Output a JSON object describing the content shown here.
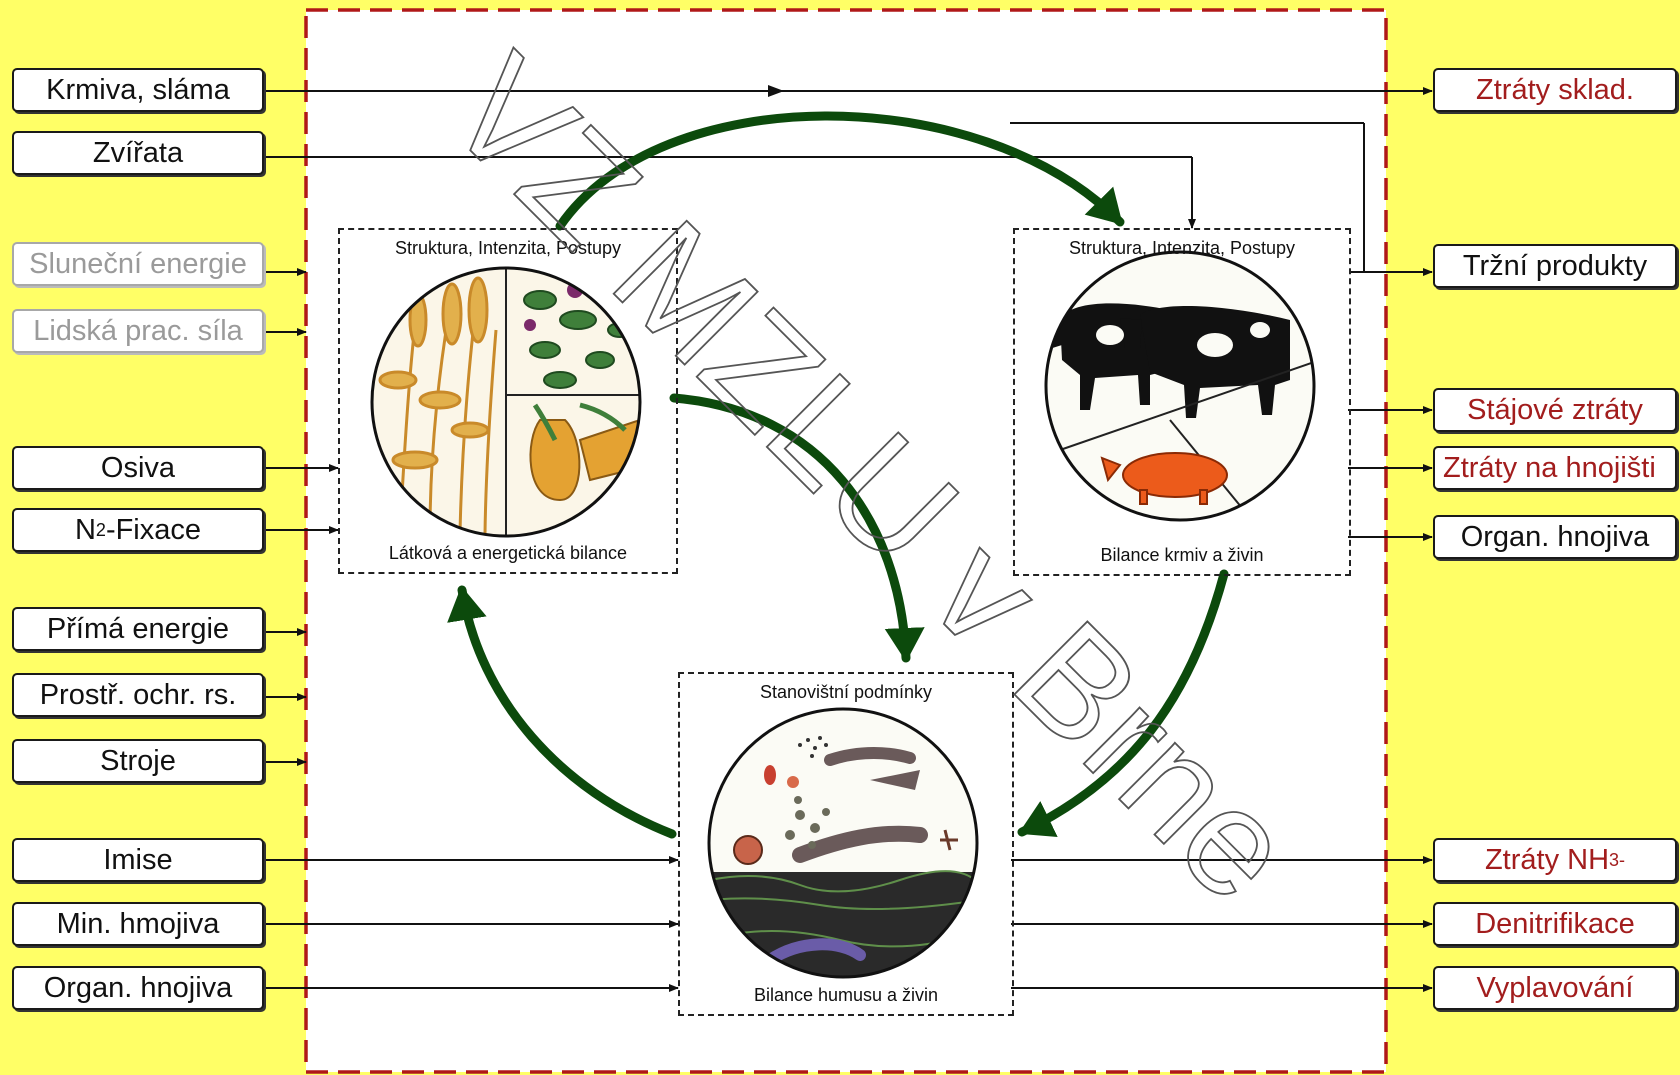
{
  "inputs": {
    "krmiva": "Krmiva, sláma",
    "zvirata": "Zvířata",
    "slunecni": "Sluneční energie",
    "lidska": "Lidská prac. síla",
    "osiva": "Osiva",
    "fixace_n": "N",
    "fixace_sub": "2",
    "fixace_rest": "-Fixace",
    "prima": "Přímá energie",
    "prostr": "Prostř. ochr. rs.",
    "stroje": "Stroje",
    "imise": "Imise",
    "min_hnojiva": "Min. hmojiva",
    "organ_hnojiva_in": "Organ. hnojiva"
  },
  "outputs": {
    "ztraty_sklad": "Ztráty sklad.",
    "trzni": "Tržní produkty",
    "stajove": "Stájové ztráty",
    "hnojiste": "Ztráty na hnojišti",
    "organ_hnojiva_out": "Organ. hnojiva",
    "nh3_main": "Ztráty NH",
    "nh3_sub": "3",
    "nh3_sup": "-",
    "denitrifikace": "Denitrifikace",
    "vyplavovani": "Vyplavování"
  },
  "systems": {
    "plant_top": "Struktura, Intenzita, Postupy",
    "plant_bottom": "Látková a energetická bilance",
    "animal_top": "Struktura, Intenzita, Postupy",
    "animal_bottom": "Bilance krmiv a živin",
    "soil_top": "Stanovištní podmínky",
    "soil_bottom": "Bilance humusu a živin"
  },
  "watermark": "VZ MZLU v Brne",
  "colors": {
    "background": "#ffff66",
    "boundary": "#b01818",
    "cycle_arrow": "#0c4a0c",
    "loss_text": "#a21d1d",
    "muted_text": "#9a9a9a"
  }
}
